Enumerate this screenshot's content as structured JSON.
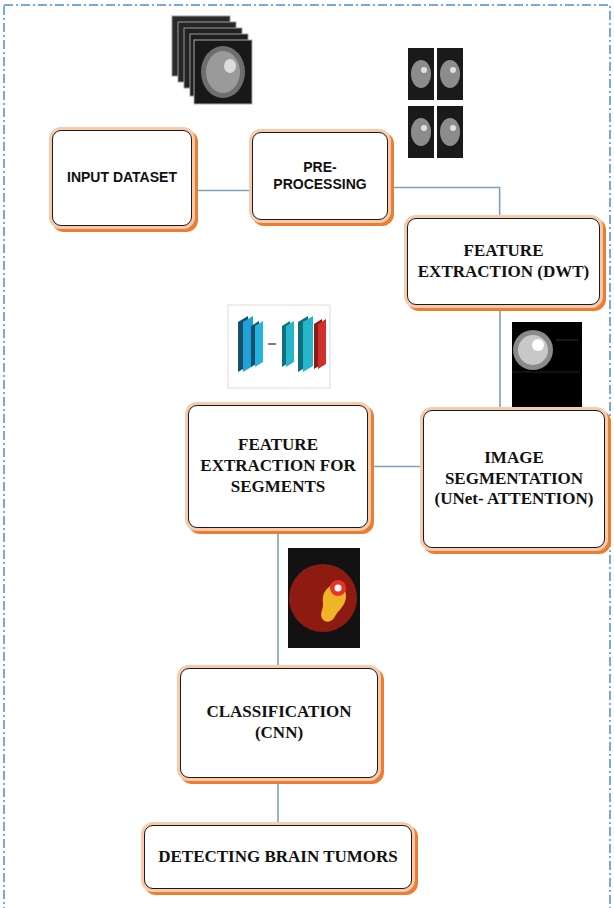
{
  "diagram": {
    "nodes": [
      {
        "text": [
          "INPUT DATASET"
        ]
      },
      {
        "text": [
          "PRE- PROCESSING"
        ]
      },
      {
        "text": [
          "FEATURE EXTRACTION (DWT)"
        ]
      },
      {
        "text": [
          "IMAGE SEGMENTATION (UNet- ATTENTION)"
        ]
      },
      {
        "text": [
          "FEATURE EXTRACTION FOR SEGMENTS"
        ]
      },
      {
        "text": [
          "CLASSIFICATION (CNN)"
        ]
      },
      {
        "text": [
          "DETECTING BRAIN TUMORS"
        ]
      }
    ],
    "edges": [
      {
        "from": 0,
        "to": 1,
        "arrow": "none"
      },
      {
        "from": 1,
        "to": 2,
        "arrow": "none"
      },
      {
        "from": 2,
        "to": 3,
        "arrow": "none"
      },
      {
        "from": 3,
        "to": 4,
        "arrow": "none"
      },
      {
        "from": 4,
        "to": 5,
        "arrow": "none"
      },
      {
        "from": 5,
        "to": 6,
        "arrow": "none"
      }
    ]
  }
}
